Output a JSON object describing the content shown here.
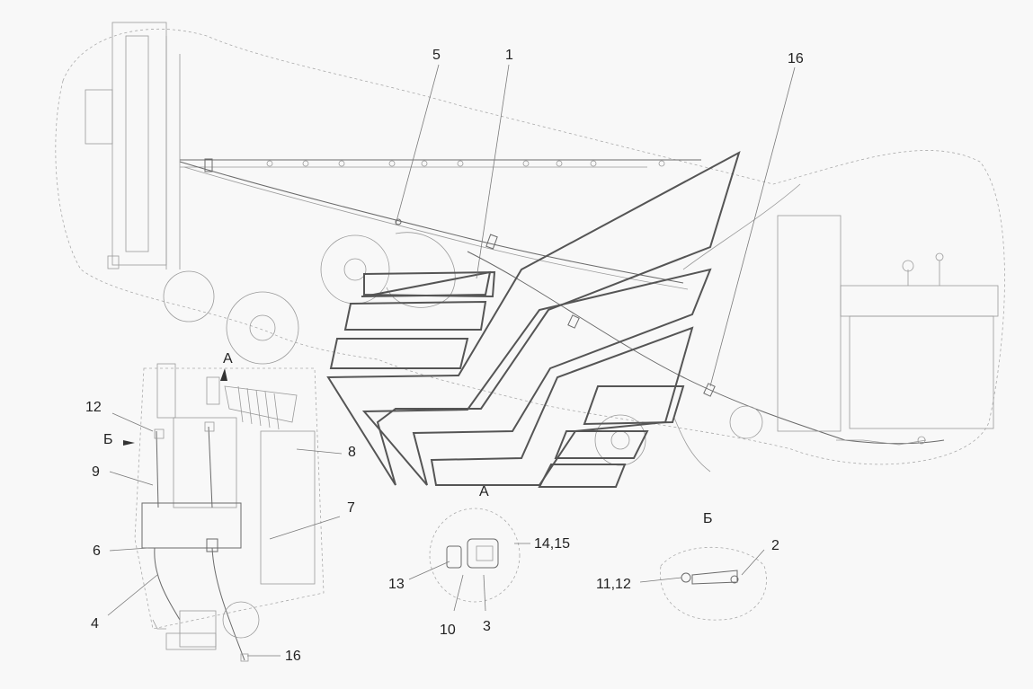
{
  "callouts": {
    "c1": "1",
    "c2": "2",
    "c3": "3",
    "c4": "4",
    "c5": "5",
    "c6": "6",
    "c7": "7",
    "c8": "8",
    "c9": "9",
    "c10": "10",
    "c11_12": "11,12",
    "c12": "12",
    "c13": "13",
    "c14_15": "14,15",
    "c16_top": "16",
    "c16_bottom": "16"
  },
  "views": {
    "a_arrow": "А",
    "b_arrow": "Б",
    "a_title": "А",
    "b_title": "Б"
  }
}
